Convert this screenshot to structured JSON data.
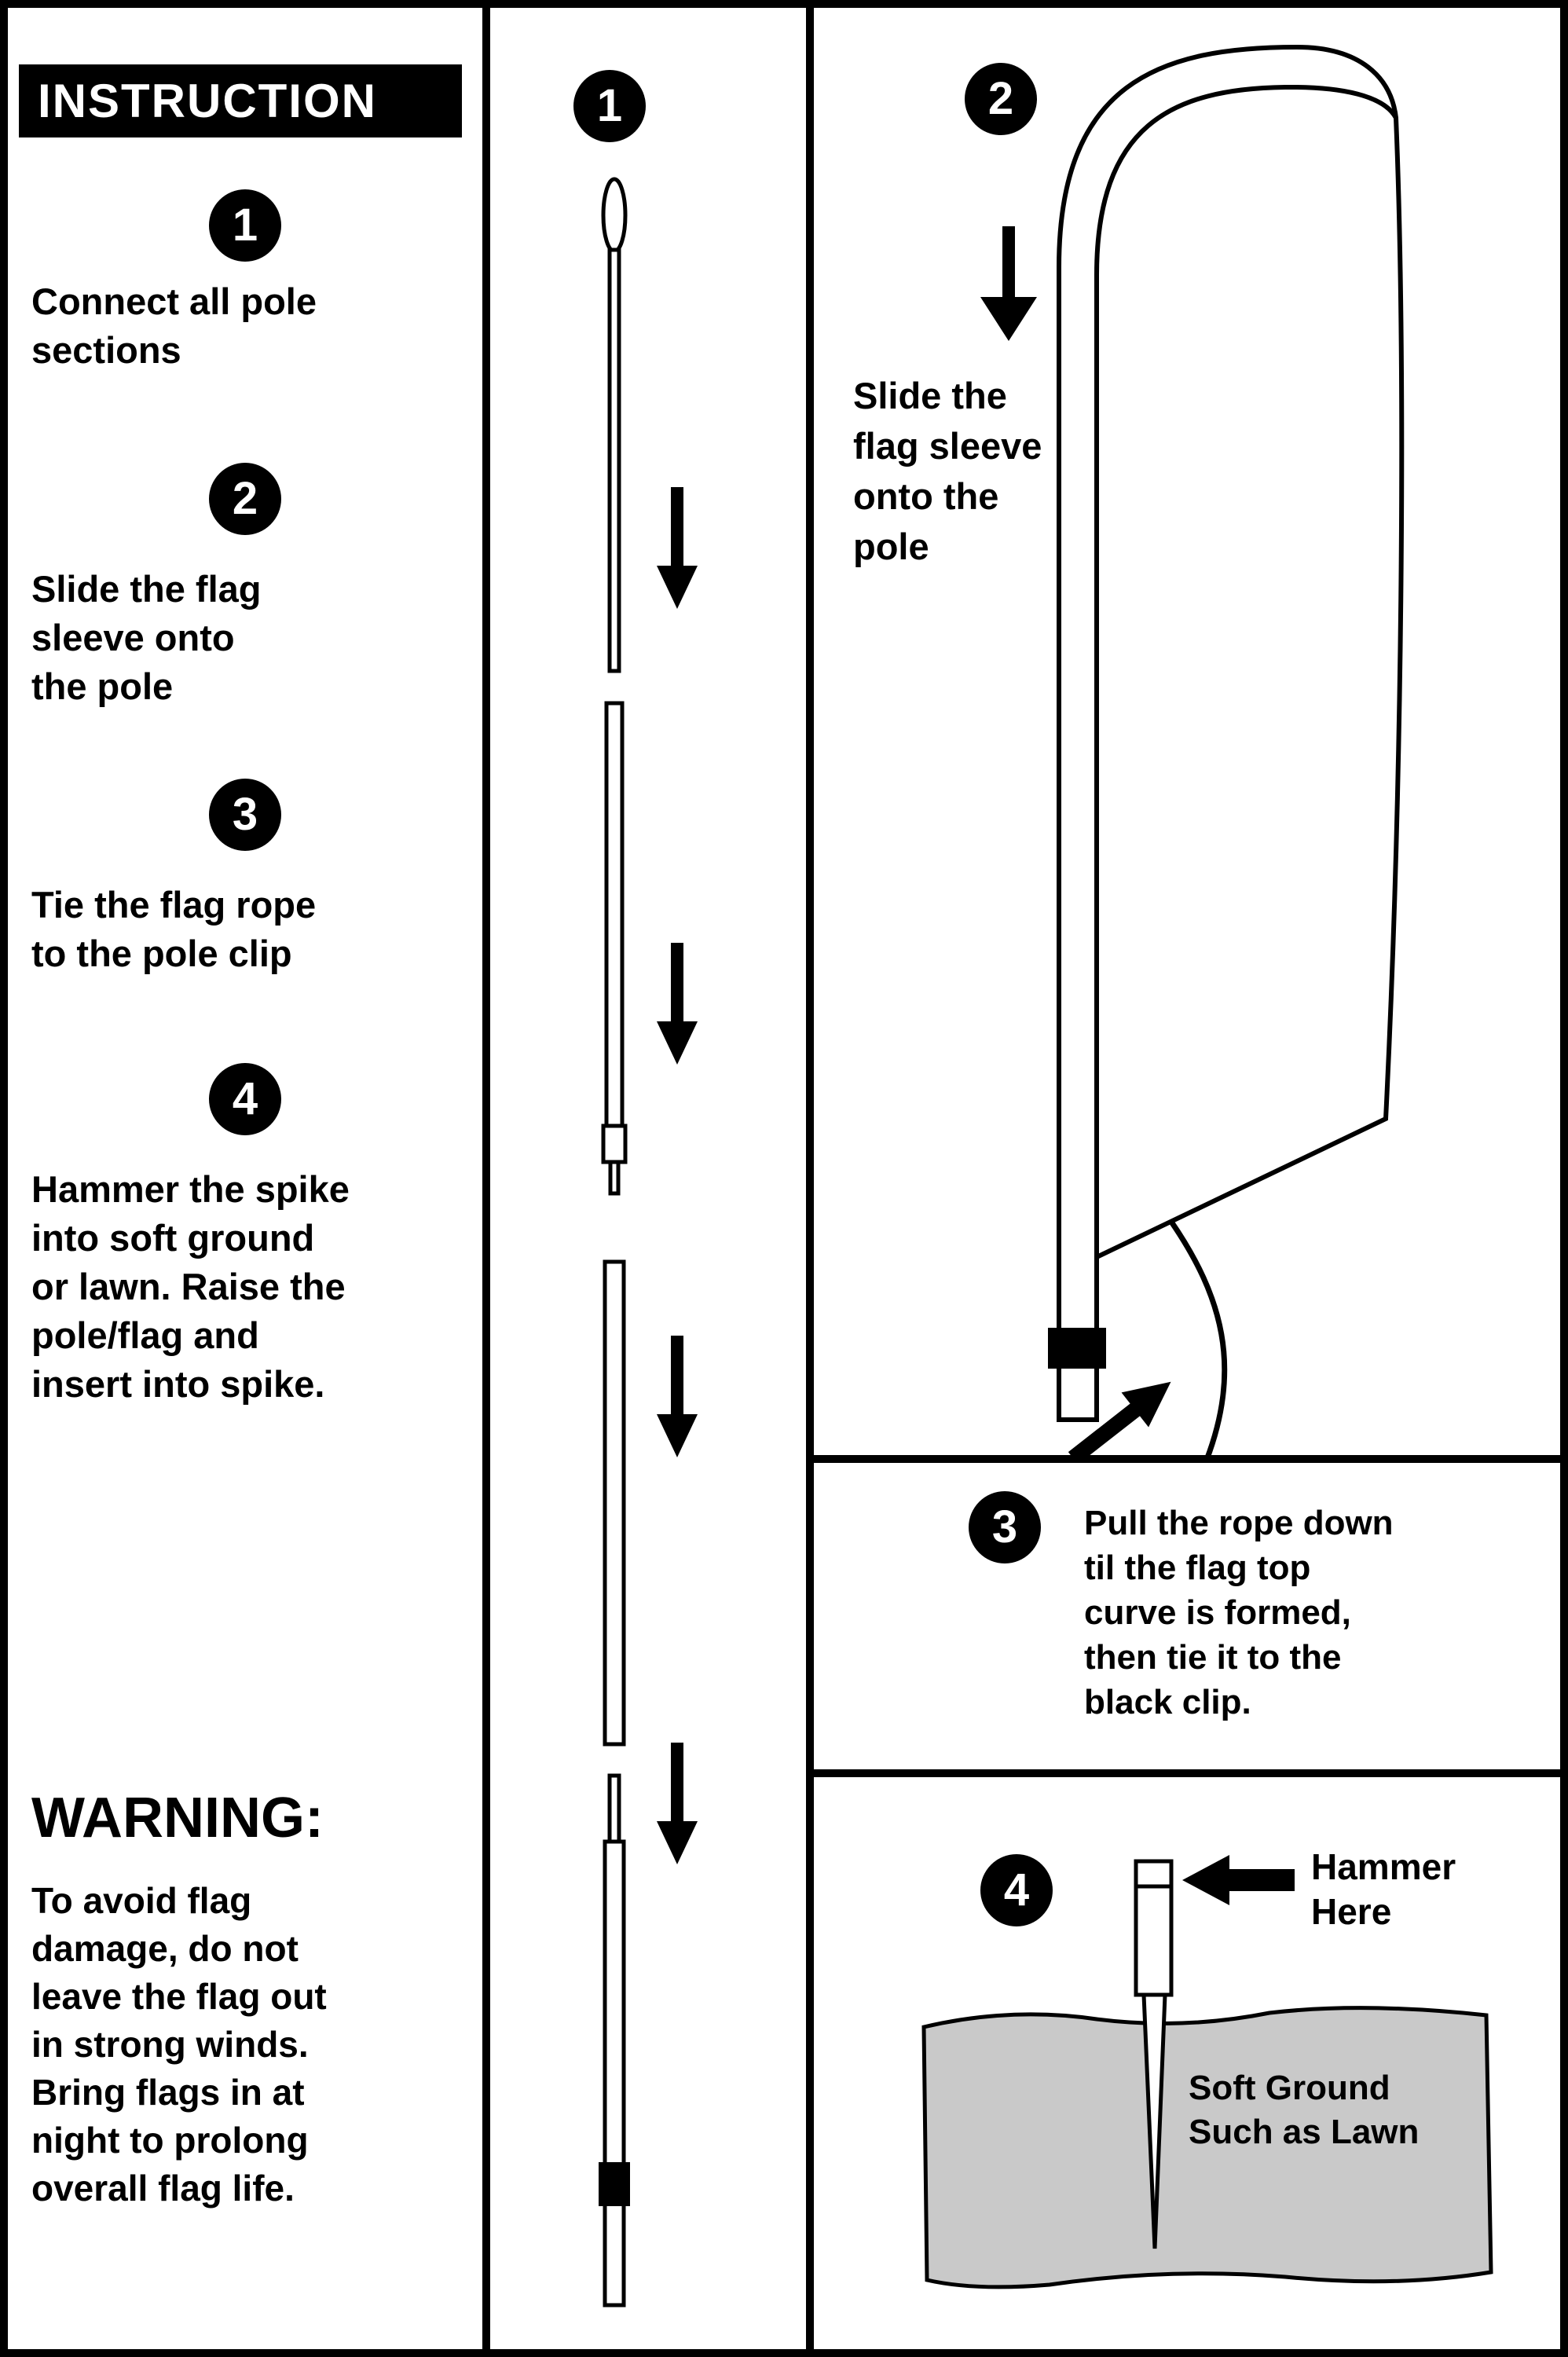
{
  "colors": {
    "ink": "#000000",
    "paper": "#ffffff",
    "ground_gray": "#c9c9c9"
  },
  "header": {
    "title": "INSTRUCTION"
  },
  "steps": [
    {
      "number": "1",
      "text": "Connect all pole\nsections"
    },
    {
      "number": "2",
      "text": "Slide the flag\nsleeve onto\nthe pole"
    },
    {
      "number": "3",
      "text": "Tie the flag rope\nto the pole clip"
    },
    {
      "number": "4",
      "text": "Hammer the spike\ninto soft ground\nor lawn. Raise the\npole/flag and\ninsert into spike."
    }
  ],
  "warning": {
    "title": "WARNING:",
    "text": "To avoid flag\ndamage, do not\nleave the flag out\nin strong winds.\nBring flags in at\nnight to prolong\noverall flag life."
  },
  "panels": {
    "step1": {
      "number": "1"
    },
    "step2": {
      "number": "2",
      "caption": "Slide the\nflag sleeve\nonto the\npole"
    },
    "step3": {
      "number": "3",
      "caption": "Pull the rope down\ntil the flag top\ncurve is formed,\nthen tie it to the\nblack clip."
    },
    "step4": {
      "number": "4",
      "hammer_label": "Hammer\nHere",
      "ground_label": "Soft Ground\nSuch as Lawn"
    }
  }
}
